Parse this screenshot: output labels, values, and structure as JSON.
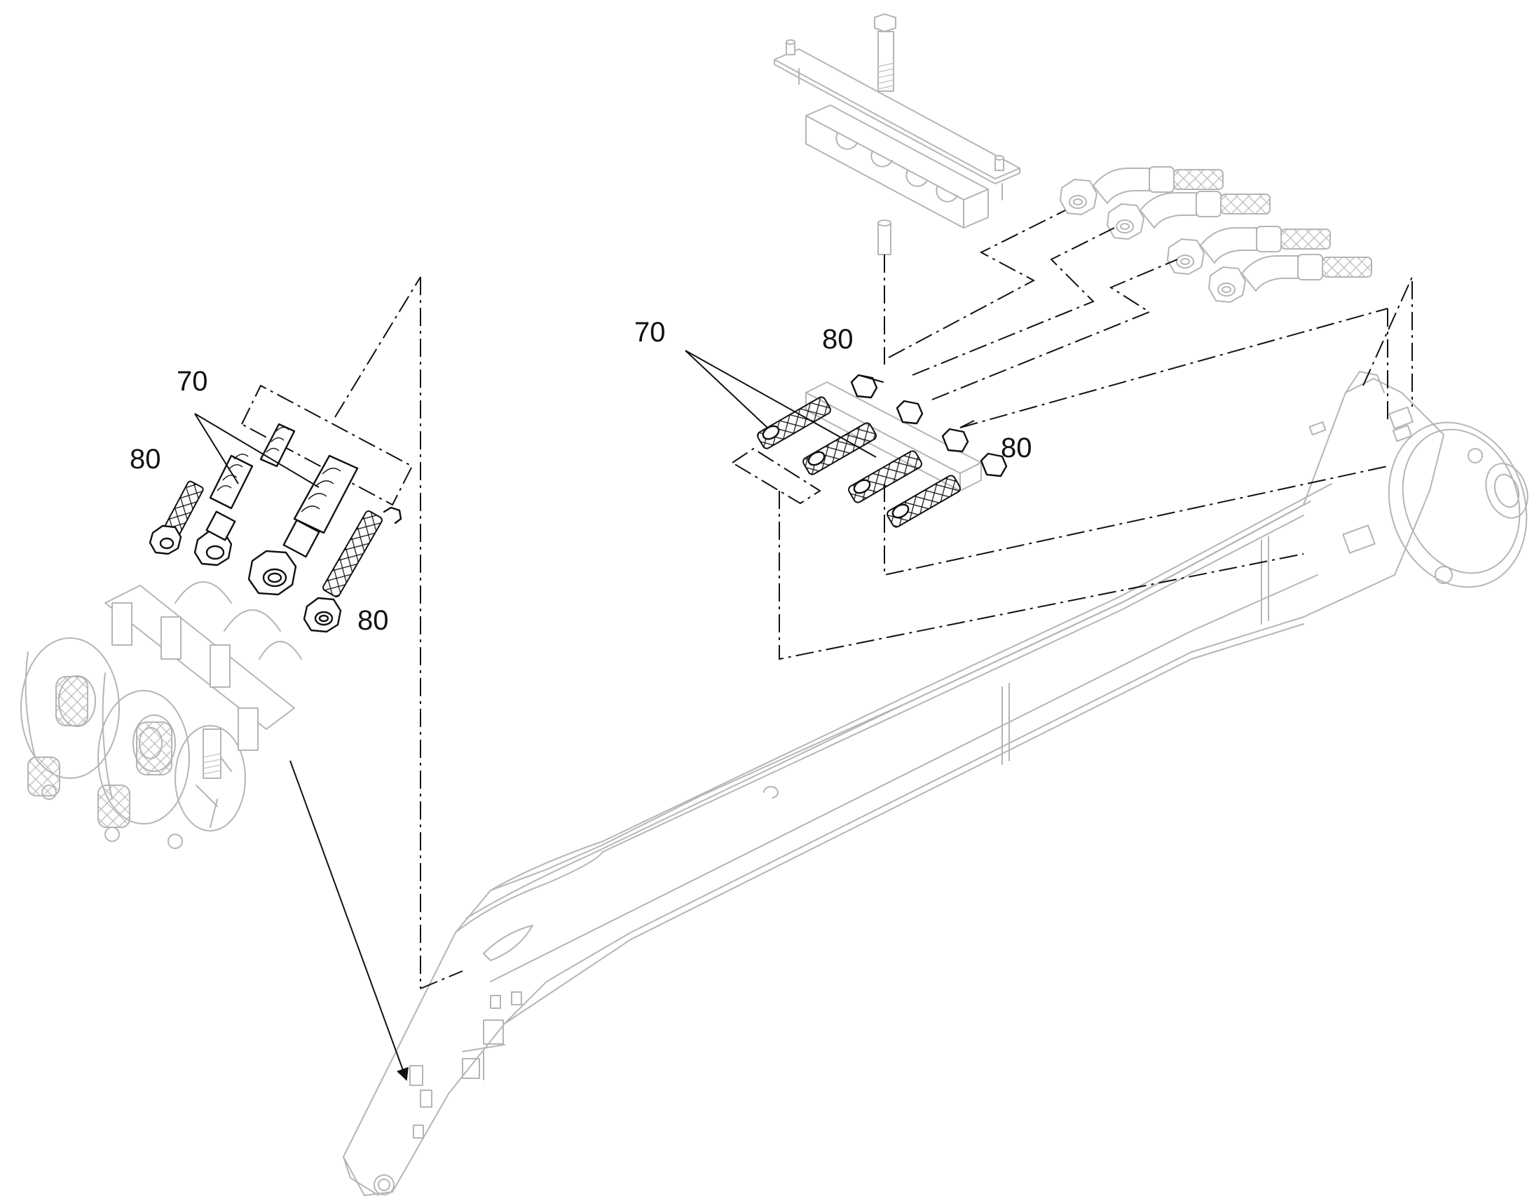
{
  "diagram": {
    "type": "exploded parts illustration",
    "line_color": "#111111",
    "ghost_color": "#b5b5b5",
    "background": "#ffffff"
  },
  "callouts": {
    "left_group": {
      "part_70": "70",
      "part_80_top": "80",
      "part_80_bottom": "80"
    },
    "right_group": {
      "part_70": "70",
      "part_80_top": "80",
      "part_80_right": "80"
    }
  }
}
